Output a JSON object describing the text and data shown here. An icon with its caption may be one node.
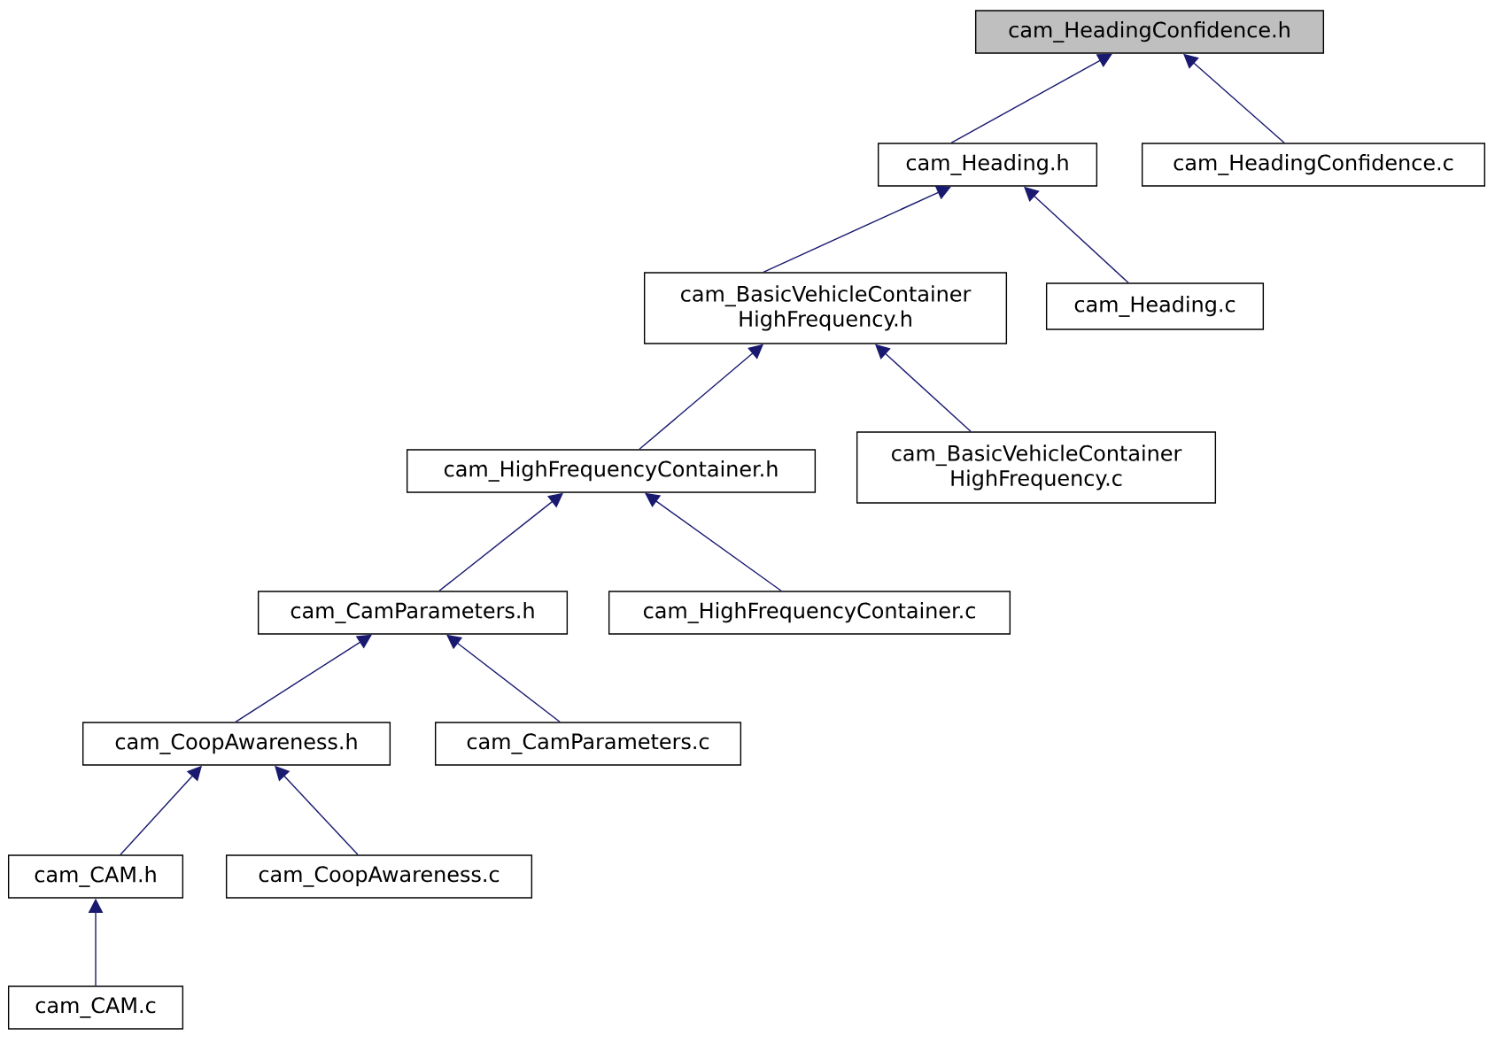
{
  "diagram": {
    "nodes": [
      {
        "text": [
          "cam_HeadingConfidence.h"
        ]
      },
      {
        "text": [
          "cam_Heading.h"
        ]
      },
      {
        "text": [
          "cam_HeadingConfidence.c"
        ]
      },
      {
        "text": [
          "cam_BasicVehicleContainer HighFrequency.h"
        ]
      },
      {
        "text": [
          "cam_Heading.c"
        ]
      },
      {
        "text": [
          "cam_HighFrequencyContainer.h"
        ]
      },
      {
        "text": [
          "cam_BasicVehicleContainer HighFrequency.c"
        ]
      },
      {
        "text": [
          "cam_CamParameters.h"
        ]
      },
      {
        "text": [
          "cam_HighFrequencyContainer.c"
        ]
      },
      {
        "text": [
          "cam_CoopAwareness.h"
        ]
      },
      {
        "text": [
          "cam_CamParameters.c"
        ]
      },
      {
        "text": [
          "cam_CAM.h"
        ]
      },
      {
        "text": [
          "cam_CoopAwareness.c"
        ]
      },
      {
        "text": [
          "cam_CAM.c"
        ]
      }
    ],
    "edges": [
      {
        "from": 1,
        "to": 0,
        "arrow": "to"
      },
      {
        "from": 2,
        "to": 0,
        "arrow": "to"
      },
      {
        "from": 3,
        "to": 1,
        "arrow": "to"
      },
      {
        "from": 4,
        "to": 1,
        "arrow": "to"
      },
      {
        "from": 5,
        "to": 3,
        "arrow": "to"
      },
      {
        "from": 6,
        "to": 3,
        "arrow": "to"
      },
      {
        "from": 7,
        "to": 5,
        "arrow": "to"
      },
      {
        "from": 8,
        "to": 5,
        "arrow": "to"
      },
      {
        "from": 9,
        "to": 7,
        "arrow": "to"
      },
      {
        "from": 10,
        "to": 7,
        "arrow": "to"
      },
      {
        "from": 11,
        "to": 9,
        "arrow": "to"
      },
      {
        "from": 12,
        "to": 9,
        "arrow": "to"
      },
      {
        "from": 13,
        "to": 11,
        "arrow": "to"
      }
    ]
  }
}
